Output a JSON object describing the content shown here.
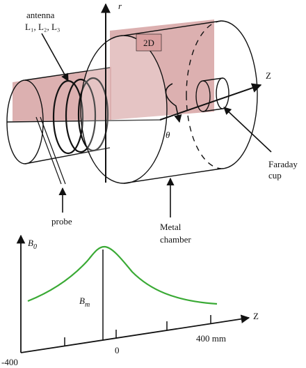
{
  "labels": {
    "antenna": "antenna",
    "antenna_coils": "L₁, L₂, L₃",
    "r_axis": "r",
    "plane_2d": "2D",
    "z_axis_top": "Z",
    "theta": "θ",
    "faraday_cup_line1": "Faraday",
    "faraday_cup_line2": "cup",
    "probe": "probe",
    "metal_chamber_line1": "Metal",
    "metal_chamber_line2": "chamber"
  },
  "plot": {
    "y_label": "B",
    "y_label_sub": "0",
    "x_label": "Z",
    "peak_label": "B",
    "peak_label_sub": "m",
    "ticks": [
      "-400",
      "0",
      "400 mm"
    ]
  },
  "colors": {
    "plane": "#c98585",
    "curve": "#3aaa35",
    "line": "#111111"
  }
}
